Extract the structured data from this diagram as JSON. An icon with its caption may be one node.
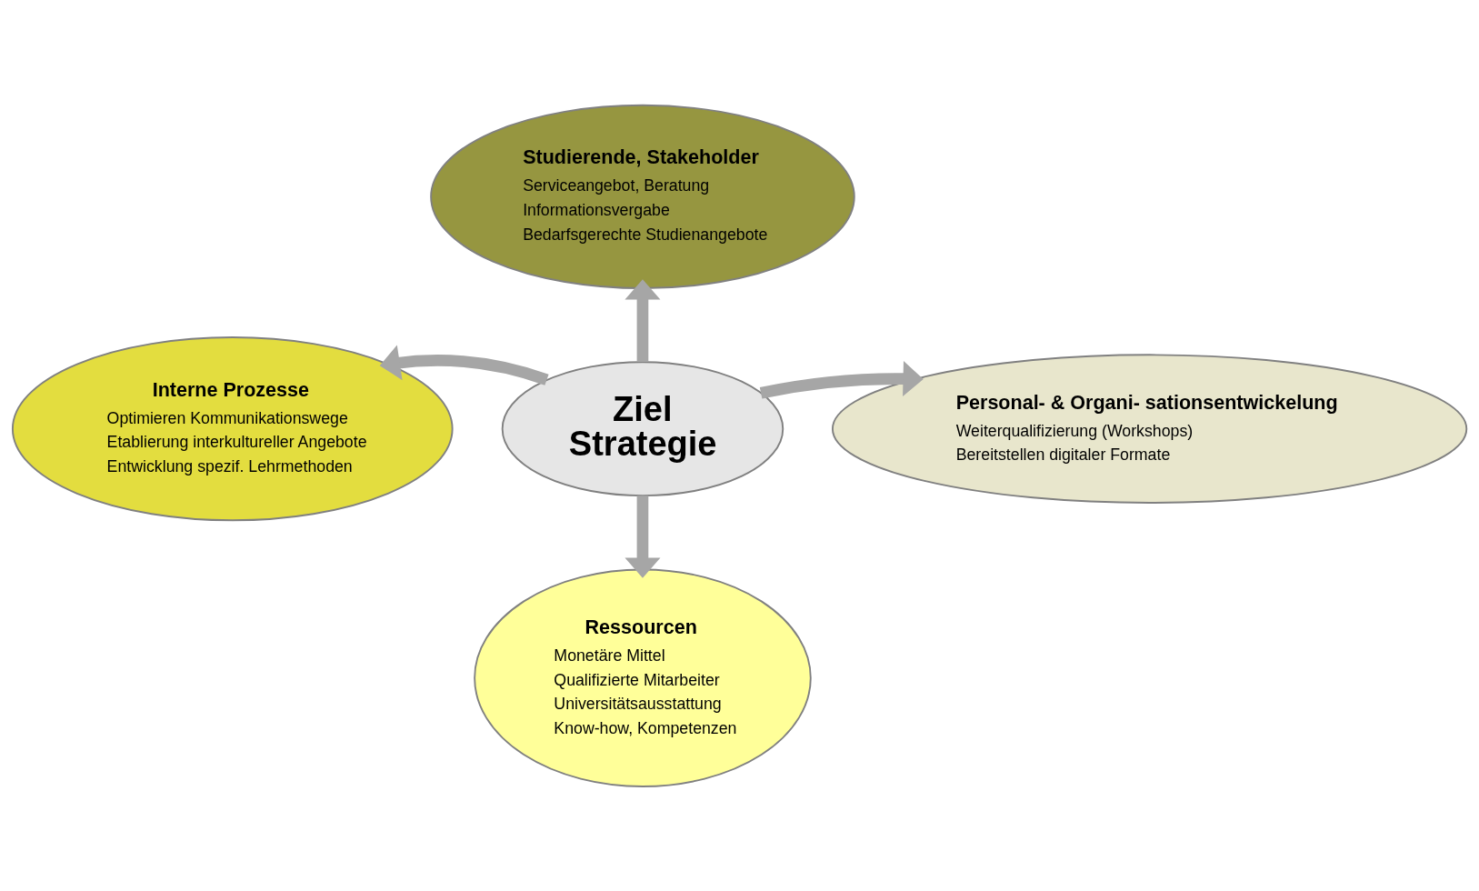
{
  "diagram": {
    "nodes": [
      {
        "text": [
          "Ziel Strategie"
        ]
      },
      {
        "text": [
          "Studierende, Stakeholder",
          "Serviceangebot, Beratung",
          "Informationsvergabe",
          "Bedarfsgerechte Studienangebote"
        ]
      },
      {
        "text": [
          "Interne Prozesse",
          "Optimieren Kommunikationswege",
          "Etablierung interkultureller Angebote",
          "Entwicklung spezif. Lehrmethoden"
        ]
      },
      {
        "text": [
          "Personal- & Organi- sationsentwickelung",
          "Weiterqualifizierung (Workshops)",
          "Bereitstellen digitaler Formate"
        ]
      },
      {
        "text": [
          "Ressourcen",
          "Monetäre Mittel",
          "Qualifizierte Mitarbeiter",
          "Universitätsausstattung",
          "Know-how, Kompetenzen"
        ]
      }
    ],
    "edges": [
      {
        "from": 0,
        "to": 1,
        "arrow": "to"
      },
      {
        "from": 0,
        "to": 2,
        "arrow": "to"
      },
      {
        "from": 0,
        "to": 3,
        "arrow": "to"
      },
      {
        "from": 0,
        "to": 4,
        "arrow": "to"
      }
    ]
  }
}
